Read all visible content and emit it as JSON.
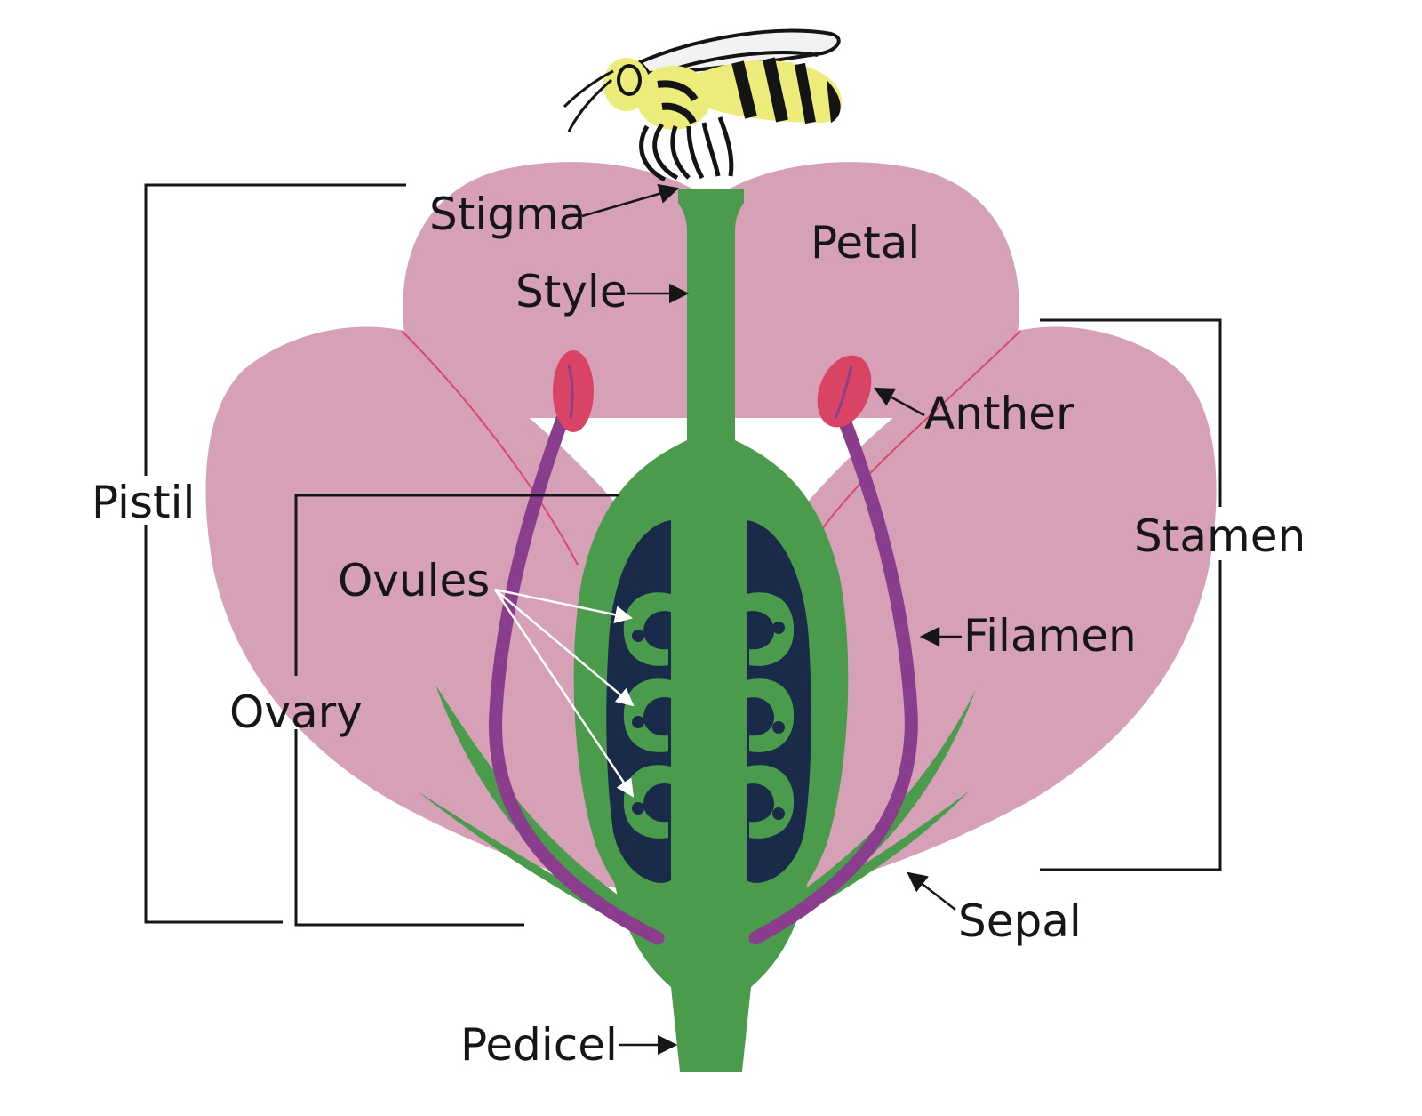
{
  "labels": {
    "stigma": "Stigma",
    "petal": "Petal",
    "style": "Style",
    "anther": "Anther",
    "pistil": "Pistil",
    "stamen": "Stamen",
    "ovules": "Ovules",
    "filamen": "Filamen",
    "ovary": "Ovary",
    "sepal": "Sepal",
    "pedicel": "Pedicel"
  },
  "colors": {
    "petal": "#d6a0b6",
    "petal_vein": "#d9476c",
    "stem_green": "#4a9c4c",
    "ovary_cavity": "#1a2b4a",
    "anther": "#d94364",
    "filament": "#8a3d8c",
    "bee_body": "#ecec7a",
    "bee_stripes": "#141414",
    "leader_lines": "#161616",
    "ovule_pointers": "#ffffff"
  },
  "icons": {
    "bee": "bee-illustration"
  }
}
